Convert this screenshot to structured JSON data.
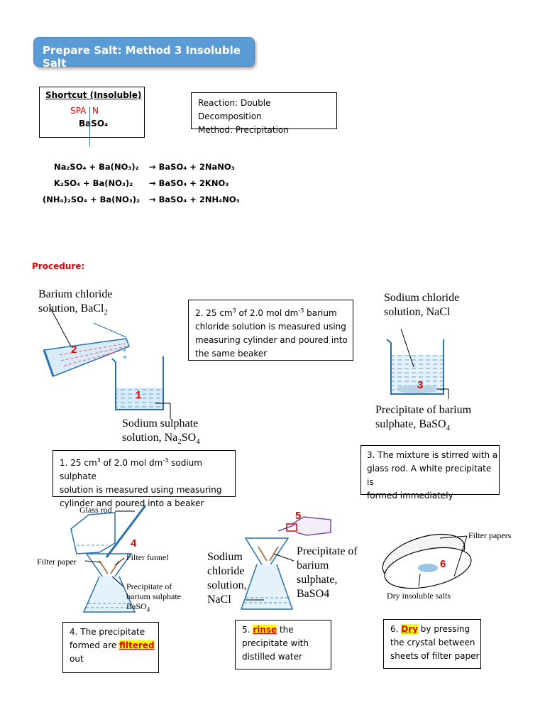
{
  "title": "Prepare Salt: Method 3 Insoluble Salt",
  "shortcut": {
    "heading": "Shortcut (Insoluble)",
    "spa": "SPA",
    "n": "N",
    "salt": "BaSO₄"
  },
  "reaction": {
    "line1": "Reaction: Double Decomposition",
    "line2": "Method: Precipitation"
  },
  "equations": [
    {
      "lhs": "Na₂SO₄ +  Ba(NO₃)₂",
      "rhs": "→ BaSO₄ + 2NaNO₃"
    },
    {
      "lhs": "K₂SO₄   +  Ba(NO₃)₂",
      "rhs": "→ BaSO₄ + 2KNO₃"
    },
    {
      "lhs": "(NH₄)₂SO₄ +  Ba(NO₃)₂",
      "rhs": "→ BaSO₄ + 2NH₄NO₃"
    }
  ],
  "procedure_label": "Procedure:",
  "diagram1": {
    "bacl_line1": "Barium chloride",
    "bacl_line2": "solution, BaCl",
    "bacl_sub": "2",
    "num_cyl": "2",
    "num_beaker": "1",
    "na_line1": "Sodium sulphate",
    "na_line2": "solution, Na",
    "na_sub1": "2",
    "na_mid": "SO",
    "na_sub2": "4"
  },
  "diagram3": {
    "nacl_line1": "Sodium chloride",
    "nacl_line2": "solution, NaCl",
    "num": "3",
    "ppt_line1": "Precipitate of barium",
    "ppt_line2": "sulphate, BaSO",
    "ppt_sub": "4"
  },
  "diagram4": {
    "glass_rod": "Glass rod",
    "num": "4",
    "filter_paper": "Filter paper",
    "filter_funnel": "Filter funnel",
    "ppt1": "Precipitate of",
    "ppt2": "barium sulphate",
    "ppt3": "BaSO",
    "ppt3_sub": "4"
  },
  "diagram5": {
    "num": "5",
    "nacl1": "Sodium",
    "nacl2": "chloride",
    "nacl3": "solution,",
    "nacl4": "NaCl",
    "ppt1": "Precipitate of",
    "ppt2": "barium",
    "ppt3": "sulphate,",
    "ppt4": "BaSO4"
  },
  "diagram6": {
    "num": "6",
    "filter_papers": "Filter papers",
    "dry_salts": "Dry insoluble salts"
  },
  "steps": {
    "s1": {
      "a": "1. 25 cm",
      "sup1": "3",
      "b": " of 2.0 mol dm",
      "sup2": "-3",
      "c": " sodium sulphate",
      "l2": "solution is measured using measuring",
      "l3": "cylinder and poured into a beaker"
    },
    "s2": {
      "a": "2. 25 cm",
      "sup1": "3",
      "b": " of 2.0 mol dm",
      "sup2": "-3",
      "c": " barium",
      "l2": "chloride solution is measured using",
      "l3": "measuring cylinder and poured into",
      "l4": "the same beaker"
    },
    "s3": {
      "l1": "3. The mixture is stirred with a",
      "l2": "glass rod. A white precipitate is",
      "l3": "formed immediately"
    },
    "s4": {
      "l1": "4. The precipitate",
      "l2a": "formed are ",
      "hl": "filtered",
      "l3": "out"
    },
    "s5": {
      "pre": "5. ",
      "hl": "rinse",
      "post": " the",
      "l2": "precipitate with",
      "l3": "distilled water"
    },
    "s6": {
      "pre": "6. ",
      "hl": "Dry",
      "post": " by pressing",
      "l2": "the crystal between",
      "l3": "sheets of filter paper"
    }
  }
}
